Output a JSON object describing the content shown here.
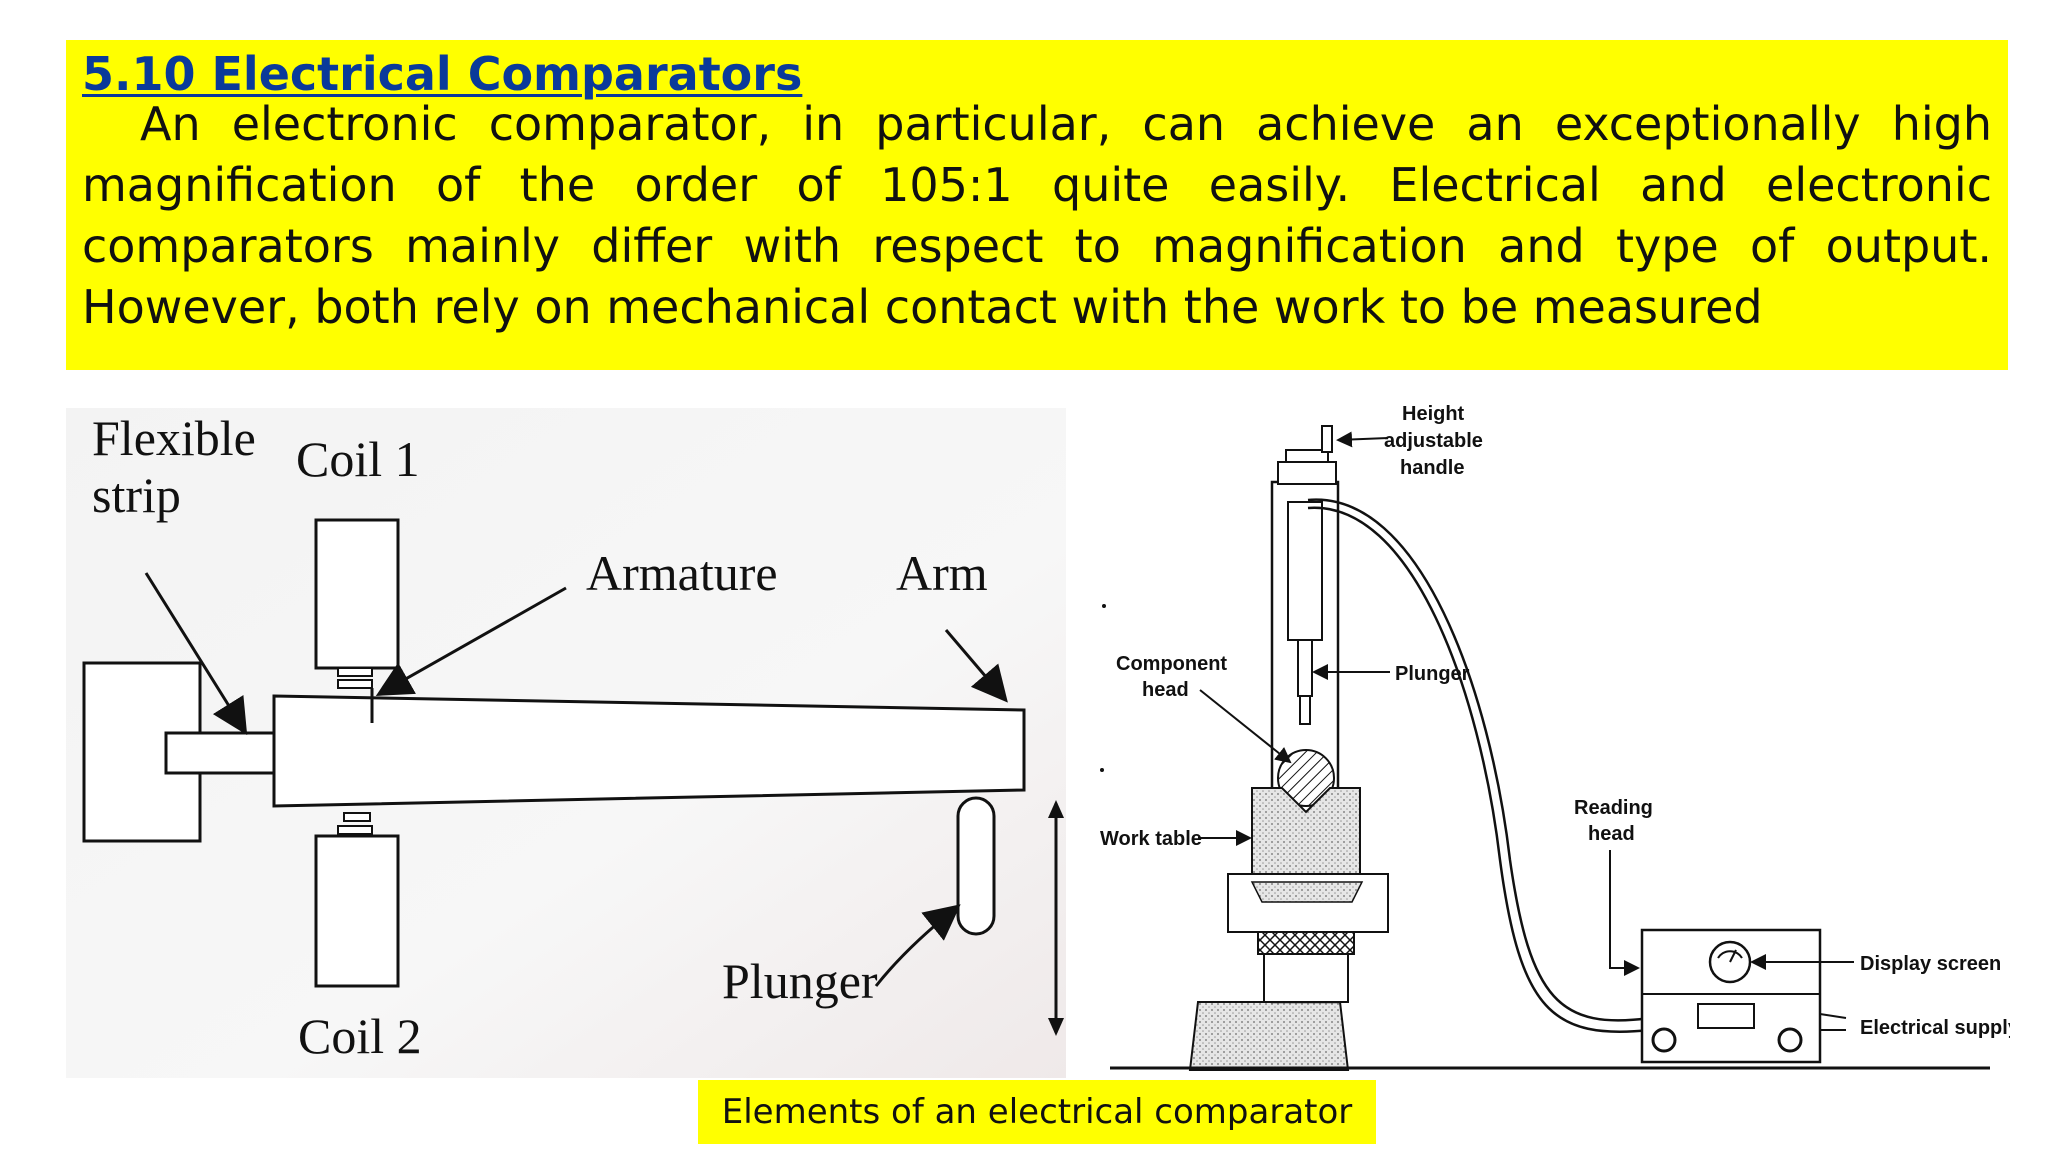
{
  "slide": {
    "title": "5.10 Electrical Comparators",
    "paragraph": "An electronic comparator, in particular, can achieve an exceptionally high magnification of the order of 105:1 quite easily. Electrical and electronic comparators mainly differ with respect to magnification and type of output. However, both rely on mechanical contact with the work to be measured",
    "caption": "Elements of an electrical comparator"
  },
  "left_diagram": {
    "labels": {
      "flexible_line1": "Flexible",
      "flexible_line2": "strip",
      "coil1": "Coil 1",
      "armature": "Armature",
      "arm": "Arm",
      "plunger": "Plunger",
      "coil2": "Coil 2"
    }
  },
  "right_diagram": {
    "labels": {
      "height_line1": "Height",
      "height_line2": "adjustable",
      "height_line3": "handle",
      "component_line1": "Component",
      "component_line2": "head",
      "plunger": "Plunger",
      "work_table": "Work table",
      "reading_line1": "Reading",
      "reading_line2": "head",
      "display_screen": "Display screen",
      "electrical_supply": "Electrical supply"
    }
  },
  "colors": {
    "highlight": "#ffff00",
    "title": "#0a3a9a",
    "text": "#111111"
  }
}
